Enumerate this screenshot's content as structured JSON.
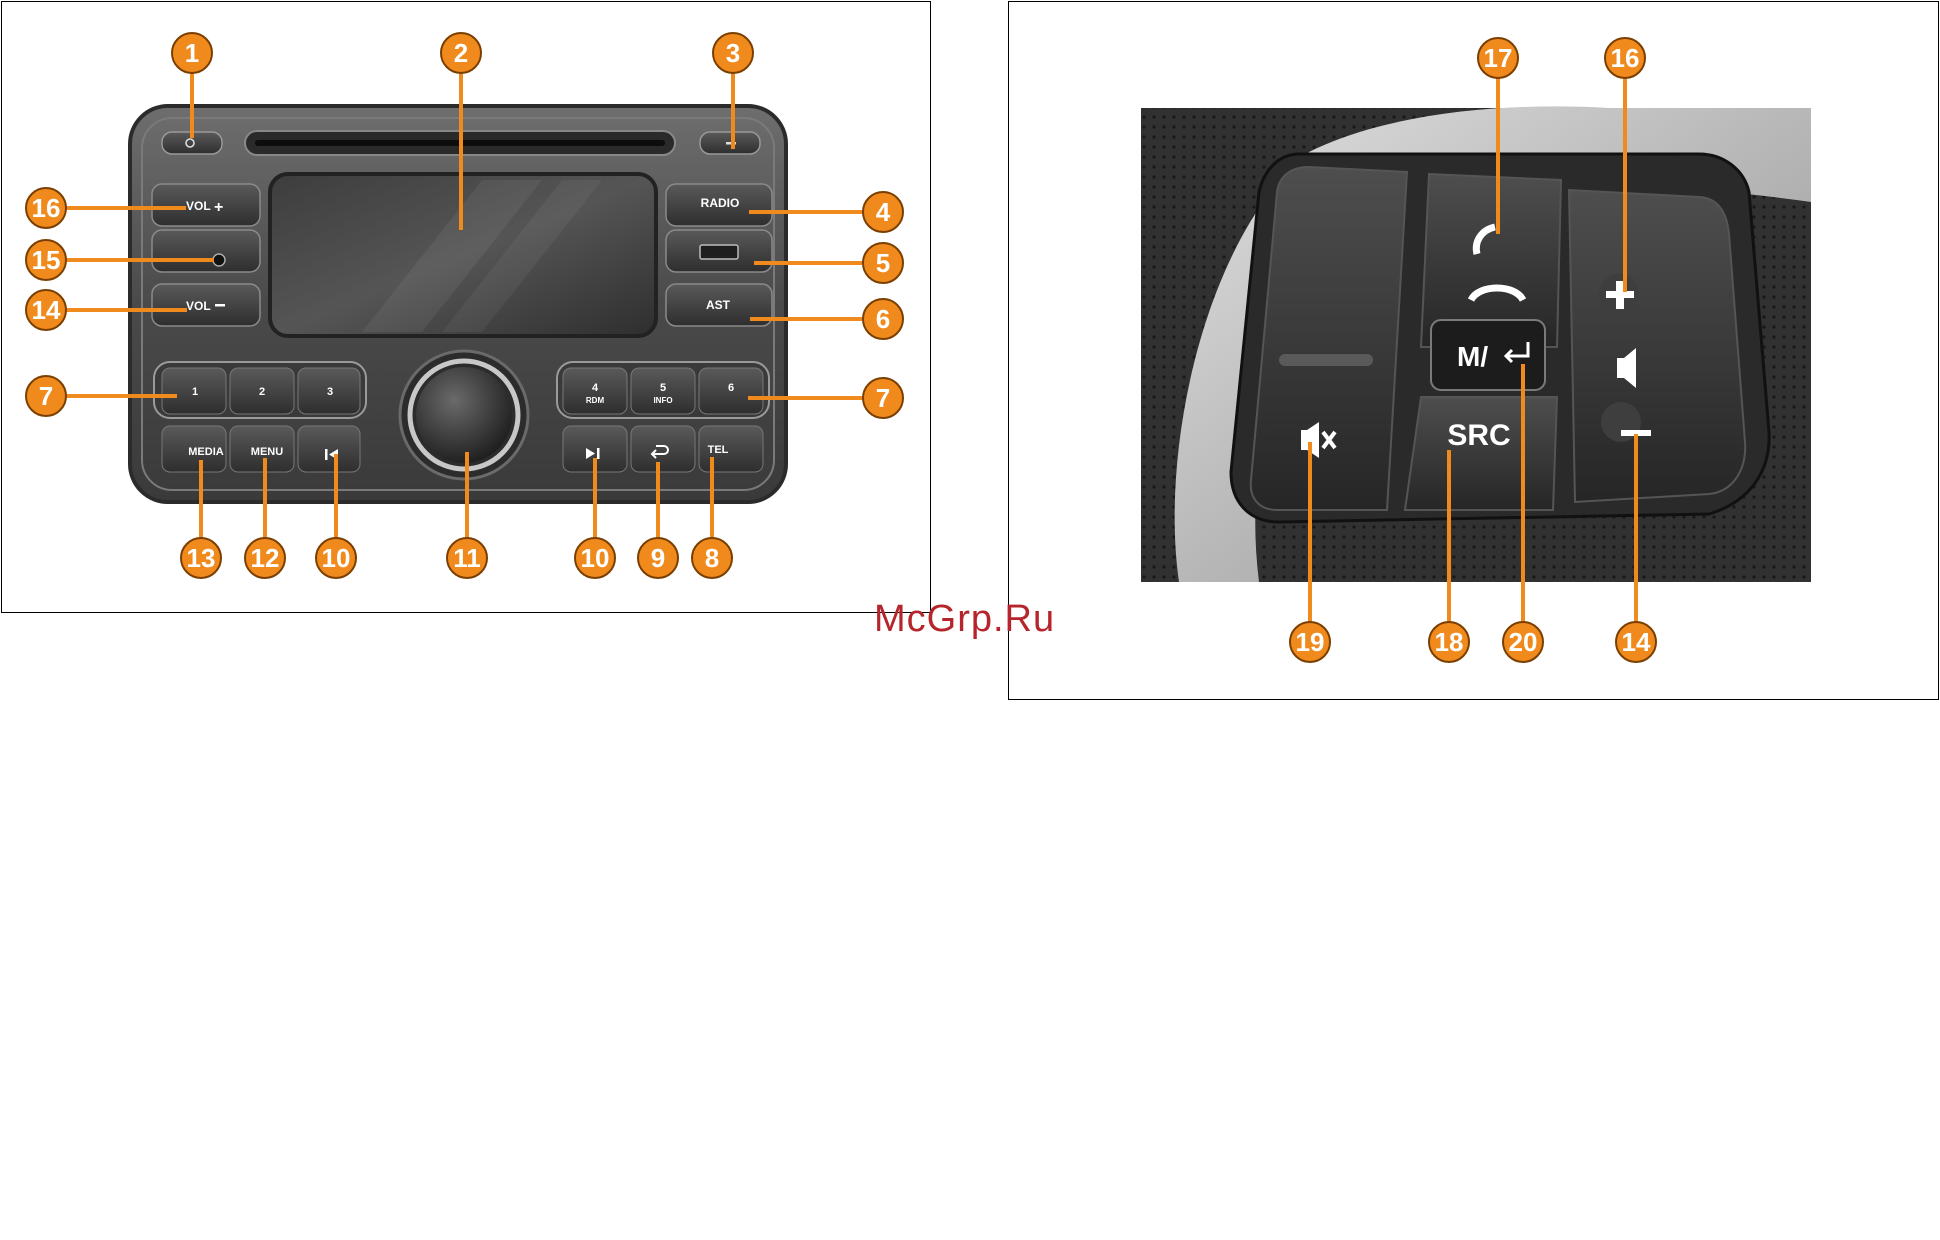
{
  "watermark": "McGrp.Ru",
  "colors": {
    "callout": "#f08a1c",
    "callout_stroke": "#7a3f00",
    "panel_body": "#4a4a4a",
    "wheel_trim": "#bdbdbd"
  },
  "radio": {
    "callouts": [
      "1",
      "2",
      "3",
      "4",
      "5",
      "6",
      "7",
      "7",
      "8",
      "9",
      "10",
      "10",
      "11",
      "12",
      "13",
      "14",
      "15",
      "16"
    ],
    "buttons": {
      "vol_plus": "VOL",
      "vol_minus": "VOL",
      "radio": "RADIO",
      "ast": "AST",
      "preset_1": "1",
      "preset_2": "2",
      "preset_3": "3",
      "preset_4": "4",
      "preset_4_sub": "RDM",
      "preset_5": "5",
      "preset_5_sub": "INFO",
      "preset_6": "6",
      "media": "MEDIA",
      "menu": "MENU",
      "tel": "TEL"
    },
    "icons": [
      "power-icon",
      "eject-icon",
      "aux-jack-icon",
      "usb-icon",
      "previous-track-icon",
      "next-track-icon",
      "back-arrow-icon",
      "rotary-knob"
    ]
  },
  "wheel": {
    "callouts": [
      "17",
      "16",
      "19",
      "18",
      "20",
      "14"
    ],
    "buttons": {
      "mode_enter": "M/",
      "source": "SRC"
    },
    "icons": [
      "phone-icon",
      "plus-icon",
      "speaker-icon",
      "minus-icon",
      "mute-icon",
      "enter-arrow-icon"
    ]
  }
}
